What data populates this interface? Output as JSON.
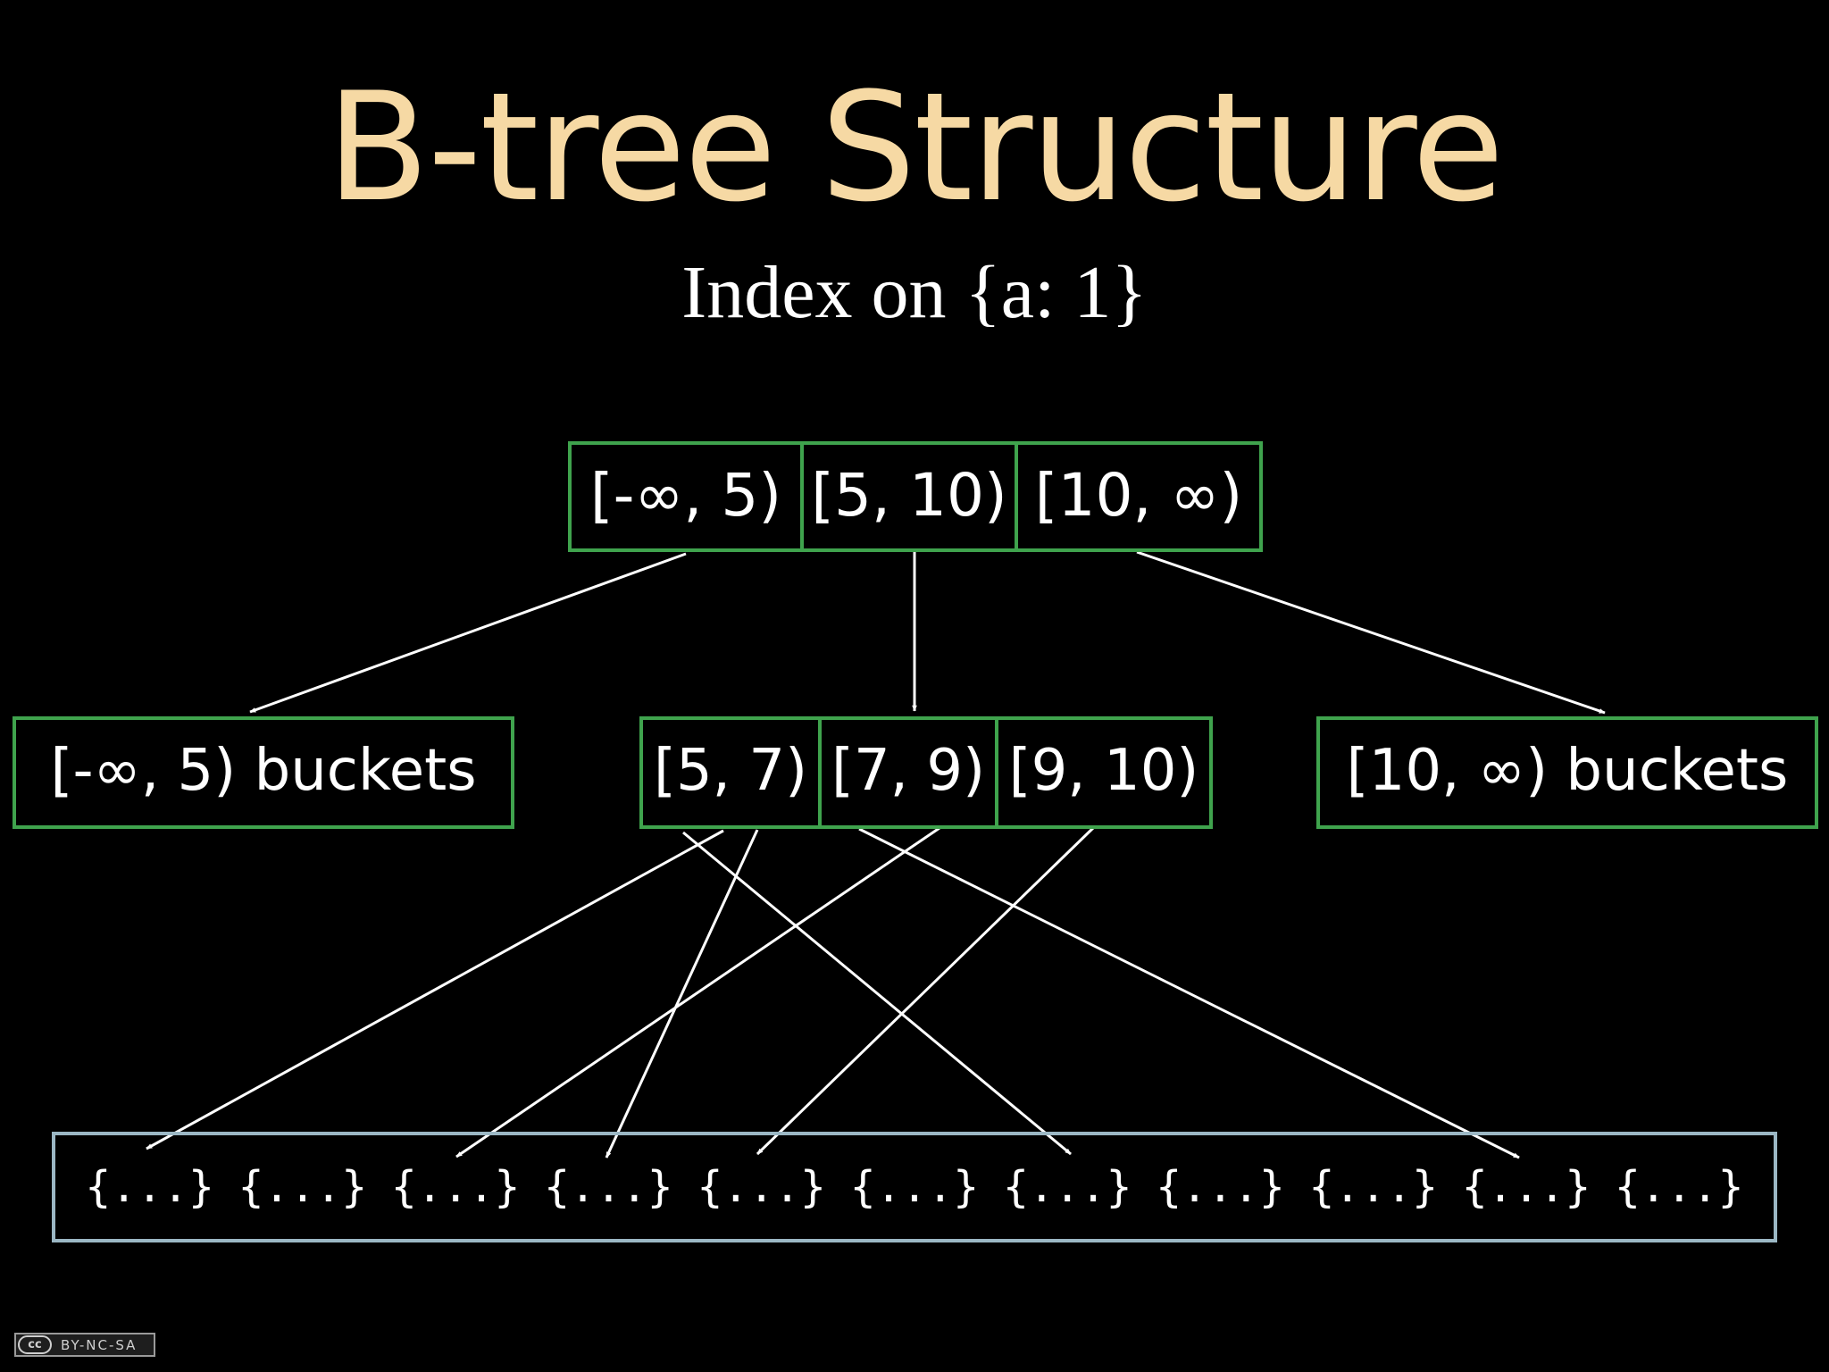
{
  "title": "B-tree Structure",
  "subtitle": "Index on {a: 1}",
  "root": {
    "cells": [
      "[-∞, 5)",
      "[5, 10)",
      "[10, ∞)"
    ]
  },
  "level2": {
    "left": "[-∞, 5) buckets",
    "middle": [
      "[5, 7)",
      "[7, 9)",
      "[9, 10)"
    ],
    "right": "[10, ∞) buckets"
  },
  "leaves": [
    "{...}",
    "{...}",
    "{...}",
    "{...}",
    "{...}",
    "{...}",
    "{...}",
    "{...}",
    "{...}",
    "{...}",
    "{...}"
  ],
  "license": {
    "cc": "cc",
    "label": "BY-NC-SA"
  },
  "colors": {
    "background": "#000000",
    "title": "#f6d9a4",
    "node_border": "#3fa34d",
    "leaf_border": "#9bb7c4",
    "arrow": "#ffffff"
  }
}
